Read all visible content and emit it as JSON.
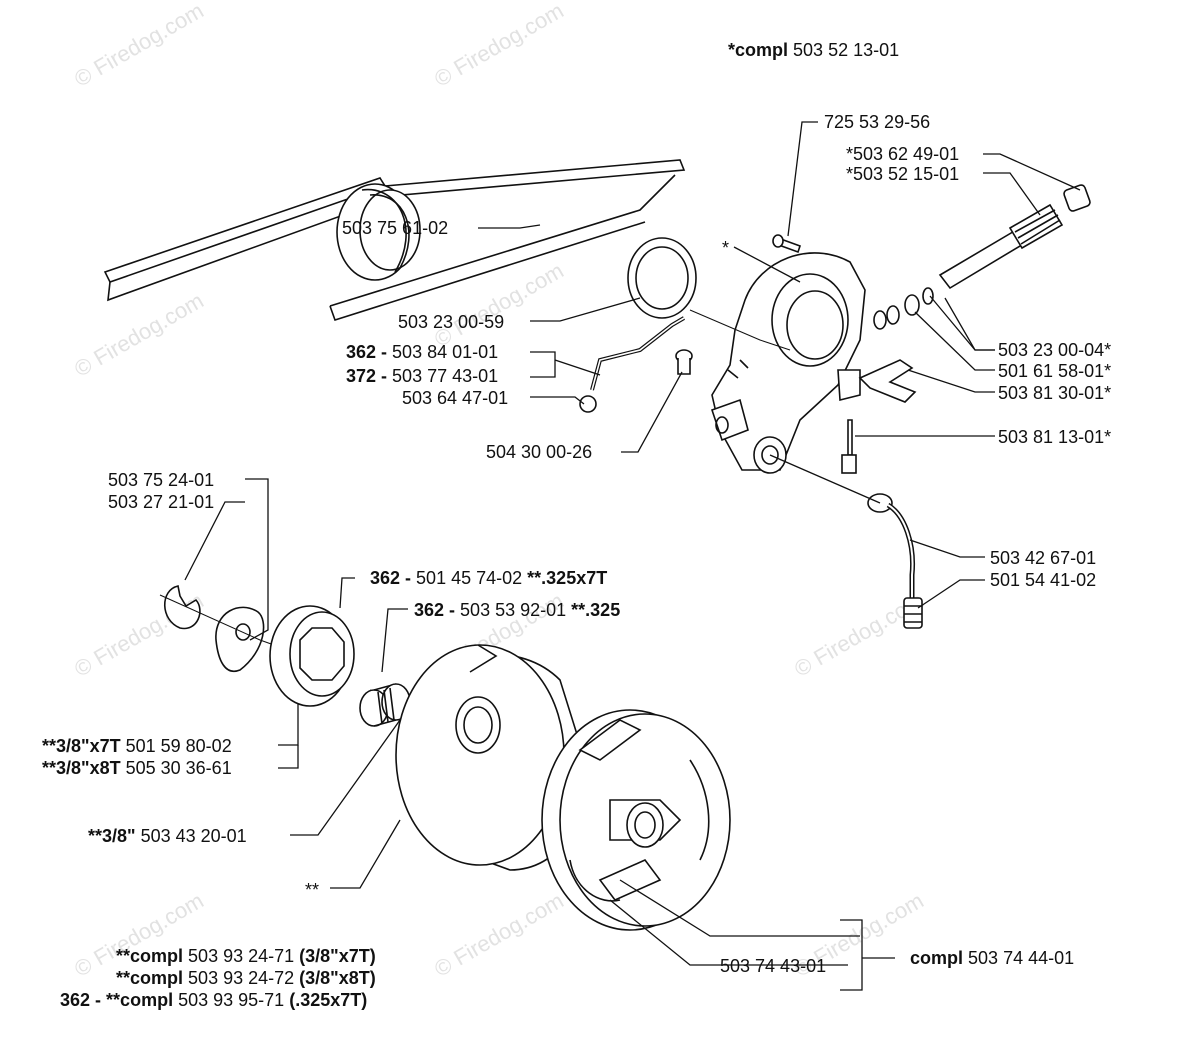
{
  "watermark": "© Firedog.com",
  "labels": {
    "assembly_compl": {
      "prefix": "*compl",
      "number": "503 52 13-01"
    },
    "p_725_53_29_56": "725 53 29-56",
    "p_503_62_49_01": "*503 62 49-01",
    "p_503_52_15_01": "*503 52 15-01",
    "p_503_75_61_02": "503 75 61-02",
    "p_star": "*",
    "p_503_23_00_59": "503 23 00-59",
    "p_503_84_01_01": {
      "prefix": "362 -",
      "number": "503 84 01-01"
    },
    "p_503_77_43_01": {
      "prefix": "372 -",
      "number": "503 77 43-01"
    },
    "p_503_64_47_01": "503 64 47-01",
    "p_504_30_00_26": "504 30 00-26",
    "p_503_23_00_04": "503 23 00-04*",
    "p_501_61_58_01": "501 61 58-01*",
    "p_503_81_30_01": "503 81 30-01*",
    "p_503_81_13_01": "503 81 13-01*",
    "p_503_42_67_01": "503 42 67-01",
    "p_501_54_41_02": "501 54 41-02",
    "p_503_75_24_01": "503 75 24-01",
    "p_503_27_21_01": "503 27 21-01",
    "p_501_45_74_02": {
      "prefix": "362 -",
      "number": "501 45 74-02",
      "suffix": "**.325x7T"
    },
    "p_503_53_92_01": {
      "prefix": "362 -",
      "number": "503 53 92-01",
      "suffix": "**.325"
    },
    "p_501_59_80_02": {
      "prefix": "**3/8\"x7T",
      "number": "501 59 80-02"
    },
    "p_505_30_36_61": {
      "prefix": "**3/8\"x8T",
      "number": "505 30 36-61"
    },
    "p_503_43_20_01": {
      "prefix": "**3/8\"",
      "number": "503 43 20-01"
    },
    "p_double_star": "**",
    "p_503_74_43_01": "503 74 43-01",
    "compl_clutch": {
      "prefix": "compl",
      "number": "503 74 44-01"
    },
    "footer": [
      {
        "lead": "",
        "prefix": "**compl",
        "number": "503 93 24-71",
        "suffix": "(3/8\"x7T)"
      },
      {
        "lead": "",
        "prefix": "**compl",
        "number": "503 93 24-72",
        "suffix": "(3/8\"x8T)"
      },
      {
        "lead": "362 -",
        "prefix": "**compl",
        "number": "503 93 95-71",
        "suffix": "(.325x7T)"
      }
    ]
  }
}
